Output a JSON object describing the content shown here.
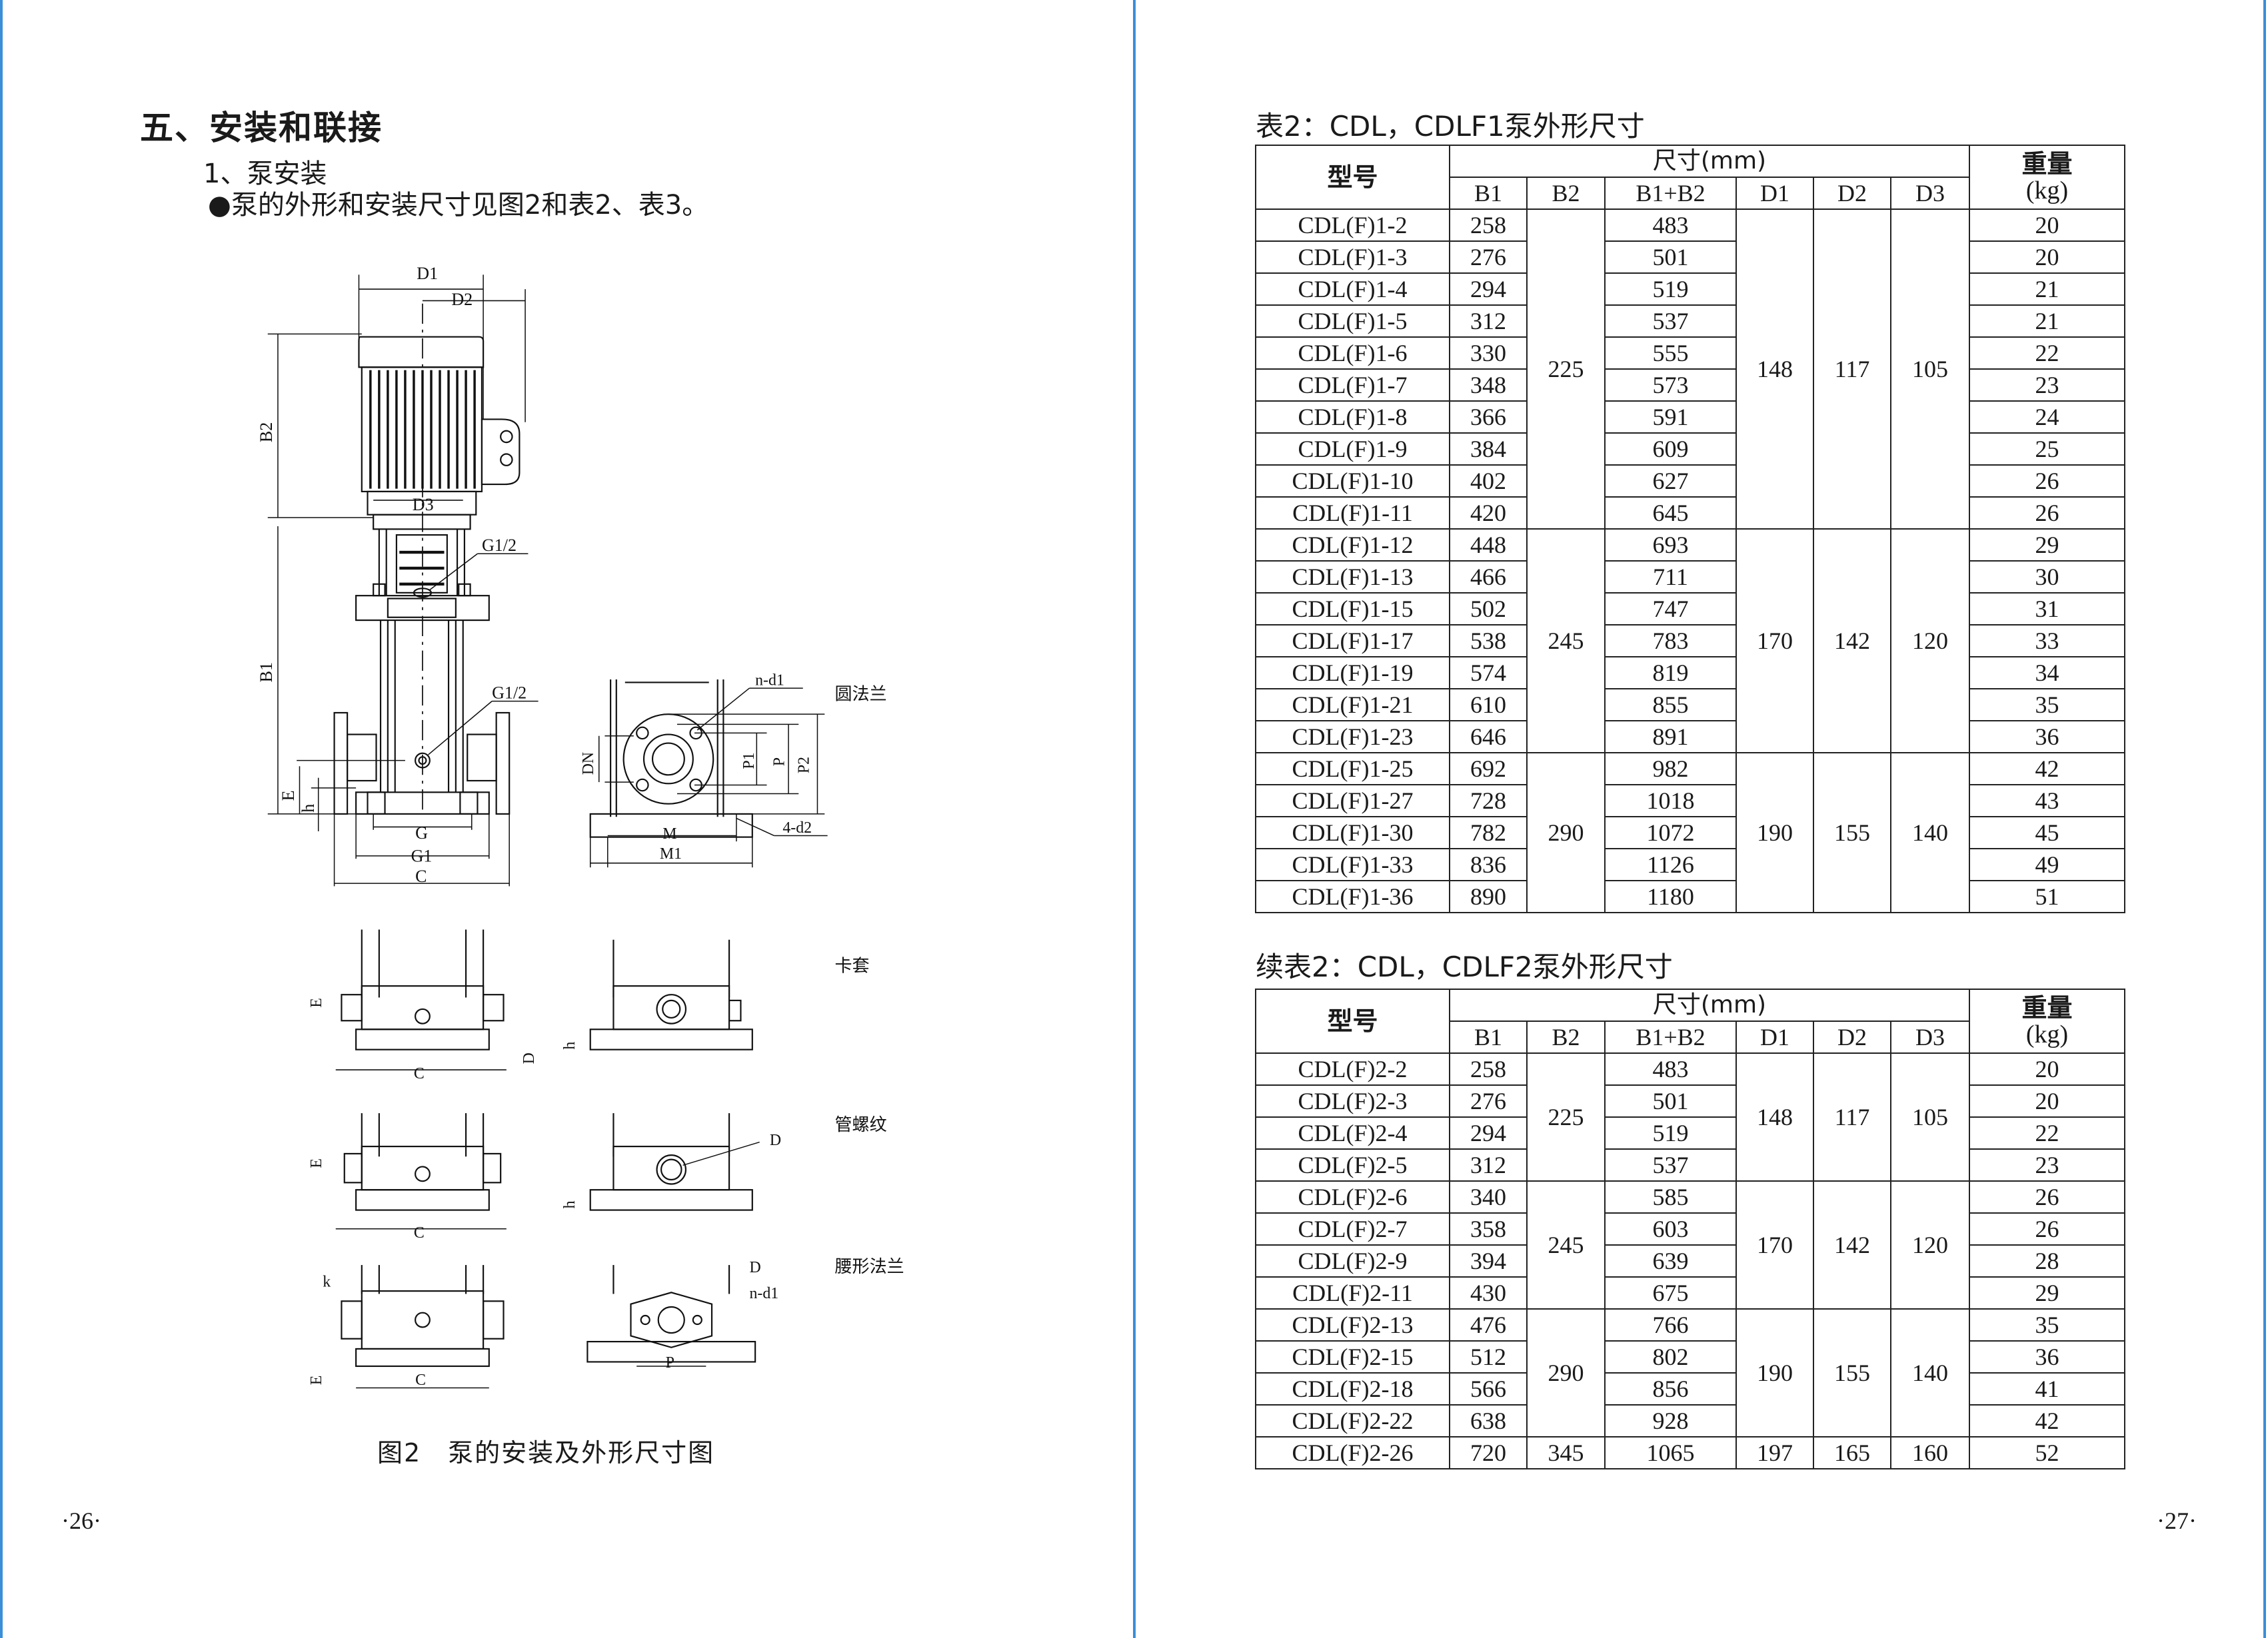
{
  "left_page": {
    "section_title": "五、安装和联接",
    "subsection": "1、泵安装",
    "bullet_text": "●泵的外形和安装尺寸见图2和表2、表3。",
    "figure_caption": "图2　泵的安装及外形尺寸图",
    "page_number": "·26·",
    "drawing_labels": {
      "D1": "D1",
      "D2": "D2",
      "D3": "D3",
      "B1": "B1",
      "B2": "B2",
      "G_half_top": "G1/2",
      "G_half_bottom": "G1/2",
      "G": "G",
      "G1": "G1",
      "C": "C",
      "E": "E",
      "h": "h",
      "DN": "DN",
      "n_d1": "n-d1",
      "P1": "P1",
      "P": "P",
      "P2": "P2",
      "M": "M",
      "M1": "M1",
      "4_d2": "4-d2",
      "D": "D",
      "k": "k"
    },
    "variant_labels": [
      "圆法兰",
      "卡套",
      "管螺纹",
      "腰形法兰"
    ]
  },
  "right_page": {
    "page_number": "·27·",
    "headers": {
      "model": "型号",
      "size": "尺寸(mm)",
      "weight": "重量",
      "weight_unit": "(kg)",
      "cols": [
        "B1",
        "B2",
        "B1+B2",
        "D1",
        "D2",
        "D3"
      ]
    },
    "tables": [
      {
        "title": "表2：CDL，CDLF1泵外形尺寸",
        "groups": [
          {
            "B2": "225",
            "D1": "148",
            "D2": "117",
            "D3": "105",
            "rows": [
              {
                "model": "CDL(F)1-2",
                "B1": "258",
                "B1B2": "483",
                "weight": "20"
              },
              {
                "model": "CDL(F)1-3",
                "B1": "276",
                "B1B2": "501",
                "weight": "20"
              },
              {
                "model": "CDL(F)1-4",
                "B1": "294",
                "B1B2": "519",
                "weight": "21"
              },
              {
                "model": "CDL(F)1-5",
                "B1": "312",
                "B1B2": "537",
                "weight": "21"
              },
              {
                "model": "CDL(F)1-6",
                "B1": "330",
                "B1B2": "555",
                "weight": "22"
              },
              {
                "model": "CDL(F)1-7",
                "B1": "348",
                "B1B2": "573",
                "weight": "23"
              },
              {
                "model": "CDL(F)1-8",
                "B1": "366",
                "B1B2": "591",
                "weight": "24"
              },
              {
                "model": "CDL(F)1-9",
                "B1": "384",
                "B1B2": "609",
                "weight": "25"
              },
              {
                "model": "CDL(F)1-10",
                "B1": "402",
                "B1B2": "627",
                "weight": "26"
              },
              {
                "model": "CDL(F)1-11",
                "B1": "420",
                "B1B2": "645",
                "weight": "26"
              }
            ]
          },
          {
            "B2": "245",
            "D1": "170",
            "D2": "142",
            "D3": "120",
            "rows": [
              {
                "model": "CDL(F)1-12",
                "B1": "448",
                "B1B2": "693",
                "weight": "29"
              },
              {
                "model": "CDL(F)1-13",
                "B1": "466",
                "B1B2": "711",
                "weight": "30"
              },
              {
                "model": "CDL(F)1-15",
                "B1": "502",
                "B1B2": "747",
                "weight": "31"
              },
              {
                "model": "CDL(F)1-17",
                "B1": "538",
                "B1B2": "783",
                "weight": "33"
              },
              {
                "model": "CDL(F)1-19",
                "B1": "574",
                "B1B2": "819",
                "weight": "34"
              },
              {
                "model": "CDL(F)1-21",
                "B1": "610",
                "B1B2": "855",
                "weight": "35"
              },
              {
                "model": "CDL(F)1-23",
                "B1": "646",
                "B1B2": "891",
                "weight": "36"
              }
            ]
          },
          {
            "B2": "290",
            "D1": "190",
            "D2": "155",
            "D3": "140",
            "rows": [
              {
                "model": "CDL(F)1-25",
                "B1": "692",
                "B1B2": "982",
                "weight": "42"
              },
              {
                "model": "CDL(F)1-27",
                "B1": "728",
                "B1B2": "1018",
                "weight": "43"
              },
              {
                "model": "CDL(F)1-30",
                "B1": "782",
                "B1B2": "1072",
                "weight": "45"
              },
              {
                "model": "CDL(F)1-33",
                "B1": "836",
                "B1B2": "1126",
                "weight": "49"
              },
              {
                "model": "CDL(F)1-36",
                "B1": "890",
                "B1B2": "1180",
                "weight": "51"
              }
            ]
          }
        ]
      },
      {
        "title": "续表2：CDL，CDLF2泵外形尺寸",
        "groups": [
          {
            "B2": "225",
            "D1": "148",
            "D2": "117",
            "D3": "105",
            "rows": [
              {
                "model": "CDL(F)2-2",
                "B1": "258",
                "B1B2": "483",
                "weight": "20"
              },
              {
                "model": "CDL(F)2-3",
                "B1": "276",
                "B1B2": "501",
                "weight": "20"
              },
              {
                "model": "CDL(F)2-4",
                "B1": "294",
                "B1B2": "519",
                "weight": "22"
              },
              {
                "model": "CDL(F)2-5",
                "B1": "312",
                "B1B2": "537",
                "weight": "23"
              }
            ]
          },
          {
            "B2": "245",
            "D1": "170",
            "D2": "142",
            "D3": "120",
            "rows": [
              {
                "model": "CDL(F)2-6",
                "B1": "340",
                "B1B2": "585",
                "weight": "26"
              },
              {
                "model": "CDL(F)2-7",
                "B1": "358",
                "B1B2": "603",
                "weight": "26"
              },
              {
                "model": "CDL(F)2-9",
                "B1": "394",
                "B1B2": "639",
                "weight": "28"
              },
              {
                "model": "CDL(F)2-11",
                "B1": "430",
                "B1B2": "675",
                "weight": "29"
              }
            ]
          },
          {
            "B2": "290",
            "D1": "190",
            "D2": "155",
            "D3": "140",
            "rows": [
              {
                "model": "CDL(F)2-13",
                "B1": "476",
                "B1B2": "766",
                "weight": "35"
              },
              {
                "model": "CDL(F)2-15",
                "B1": "512",
                "B1B2": "802",
                "weight": "36"
              },
              {
                "model": "CDL(F)2-18",
                "B1": "566",
                "B1B2": "856",
                "weight": "41"
              },
              {
                "model": "CDL(F)2-22",
                "B1": "638",
                "B1B2": "928",
                "weight": "42"
              }
            ]
          },
          {
            "B2": "345",
            "D1": "197",
            "D2": "165",
            "D3": "160",
            "rows": [
              {
                "model": "CDL(F)2-26",
                "B1": "720",
                "B1B2": "1065",
                "weight": "52"
              }
            ]
          }
        ]
      }
    ]
  }
}
